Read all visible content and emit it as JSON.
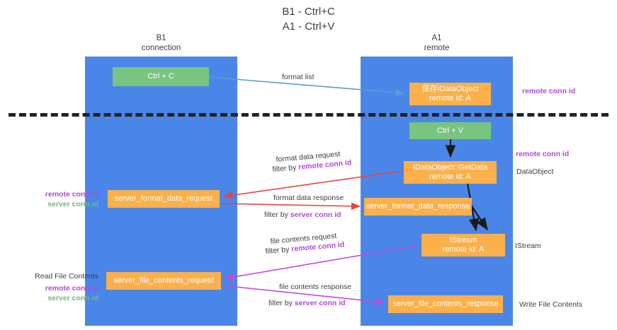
{
  "title": "B1 - Ctrl+C\nA1 - Ctrl+V",
  "columns": {
    "left": {
      "name": "B1",
      "role": "connection"
    },
    "right": {
      "name": "A1",
      "role": "remote"
    }
  },
  "colors": {
    "lane": "#4a86e8",
    "green_node": "#78c57f",
    "orange_node": "#fbb04c",
    "remote_conn_id": "#b14ad6",
    "server_conn_id": "#76b87d",
    "divider": "#222222",
    "edge_blue": "#5b9bd5",
    "edge_red": "#e8453c",
    "edge_black": "#1a1a1a",
    "edge_purple": "#c44ad6"
  },
  "nodes": {
    "ctrl_c": "Ctrl + C",
    "idataobject": "保存IDataObject\nremote id: A",
    "idataobject_line1": "保存IDataObject",
    "idataobject_line2": "remote id: A",
    "ctrl_v": "Ctrl + V",
    "getdata_line1": "IDataObject::GetData",
    "getdata_line2": "remote id: A",
    "server_format_data_request": "server_format_data_request",
    "server_format_data_response": "server_format_data_response",
    "istream_line1": "IStream",
    "istream_line2": "remote id: A",
    "server_file_contents_request": "server_file_contents_request",
    "server_file_contents_response": "server_file_contents_response"
  },
  "edge_labels": {
    "format_list": "format list",
    "format_data_request": "format data request",
    "filter_by": "filter by ",
    "remote_conn_id": "remote conn id",
    "format_data_response": "format data response",
    "server_conn_id": "server conn id",
    "file_contents_request": "file contents request",
    "file_contents_response": "file contents response"
  },
  "side_labels": {
    "remote_conn_id": "remote conn id",
    "server_conn_id": "server conn id",
    "dataobject": "DataObject",
    "istream": "IStream",
    "read_file_contents": "Read File Contents",
    "write_file_contents": "Write File Contents"
  }
}
